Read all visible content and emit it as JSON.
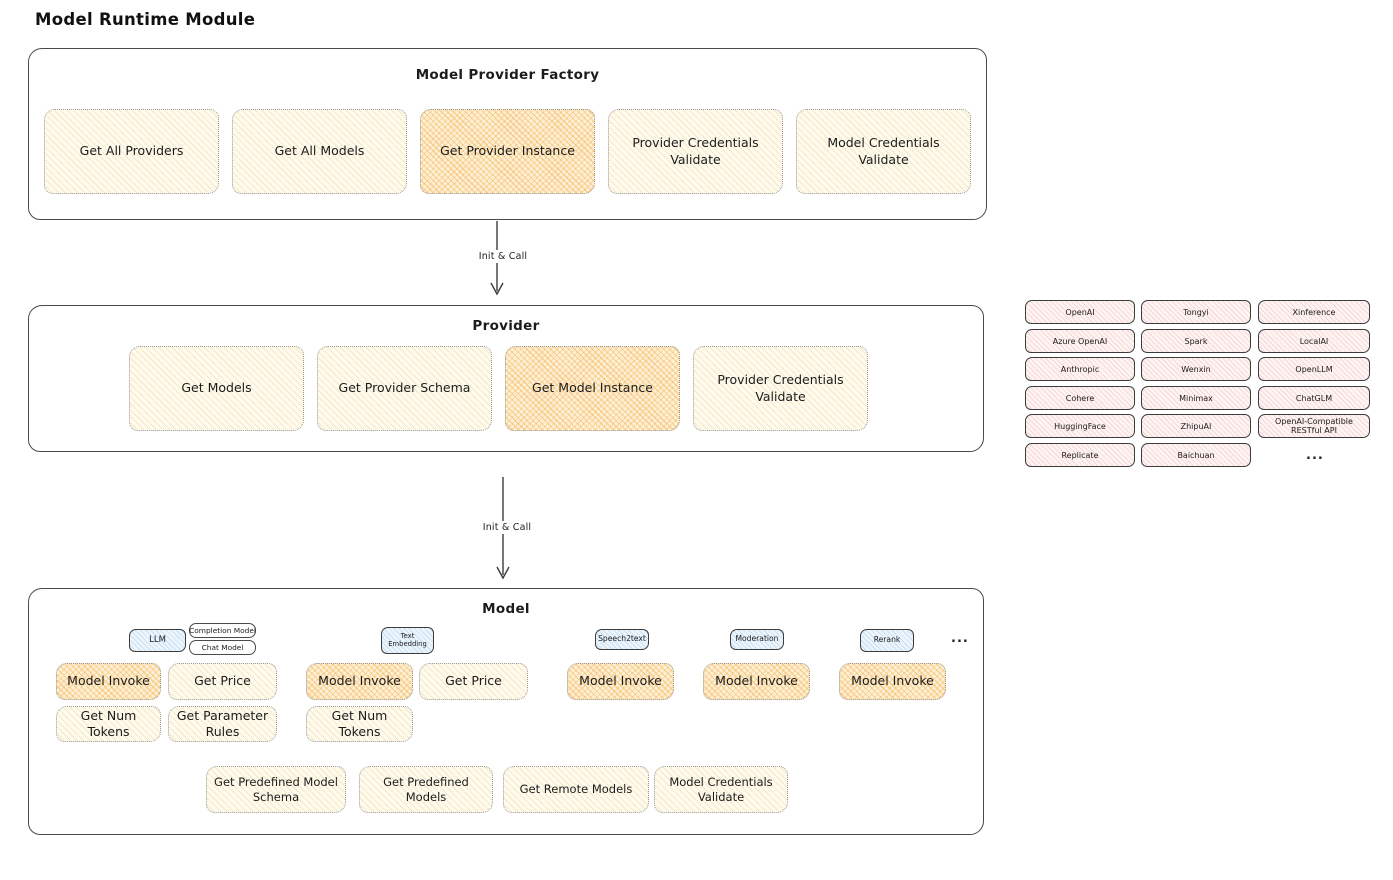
{
  "page": {
    "title": "Model Runtime Module"
  },
  "labels": {
    "init_call": "Init & Call",
    "ellipsis": "..."
  },
  "colors": {
    "highlight_orange": "#f2a63c",
    "soft_yellow": "#f3dfa2",
    "provider_pink": "#f5b5b5",
    "type_blue": "#a9cbe8",
    "border_dark": "#3a3a3a"
  },
  "factory": {
    "title": "Model Provider Factory",
    "buttons": [
      {
        "label": "Get All Providers",
        "highlight": false
      },
      {
        "label": "Get All Models",
        "highlight": false
      },
      {
        "label": "Get Provider Instance",
        "highlight": true
      },
      {
        "label": "Provider Credentials Validate",
        "highlight": false
      },
      {
        "label": "Model Credentials Validate",
        "highlight": false
      }
    ]
  },
  "provider": {
    "title": "Provider",
    "buttons": [
      {
        "label": "Get Models",
        "highlight": false
      },
      {
        "label": "Get Provider Schema",
        "highlight": false
      },
      {
        "label": "Get Model Instance",
        "highlight": true
      },
      {
        "label": "Provider Credentials Validate",
        "highlight": false
      }
    ]
  },
  "providers_list": {
    "columns": [
      [
        "OpenAI",
        "Azure OpenAI",
        "Anthropic",
        "Cohere",
        "HuggingFace",
        "Replicate"
      ],
      [
        "Tongyi",
        "Spark",
        "Wenxin",
        "Minimax",
        "ZhipuAI",
        "Baichuan"
      ],
      [
        "Xinference",
        "LocalAI",
        "OpenLLM",
        "ChatGLM",
        "OpenAI-Compatible RESTful API"
      ]
    ],
    "more": "..."
  },
  "model": {
    "title": "Model",
    "types": {
      "llm": "LLM",
      "completion": "Completion Model",
      "chat": "Chat Model",
      "text_embedding": "Text Embedding",
      "speech2text": "Speech2text",
      "moderation": "Moderation",
      "rerank": "Rerank",
      "more": "..."
    },
    "ops": {
      "model_invoke": "Model Invoke",
      "get_price": "Get Price",
      "get_num_tokens": "Get Num Tokens",
      "get_parameter_rules": "Get Parameter Rules"
    },
    "bottom_ops": [
      "Get Predefined Model Schema",
      "Get Predefined Models",
      "Get Remote Models",
      "Model Credentials Validate"
    ]
  }
}
